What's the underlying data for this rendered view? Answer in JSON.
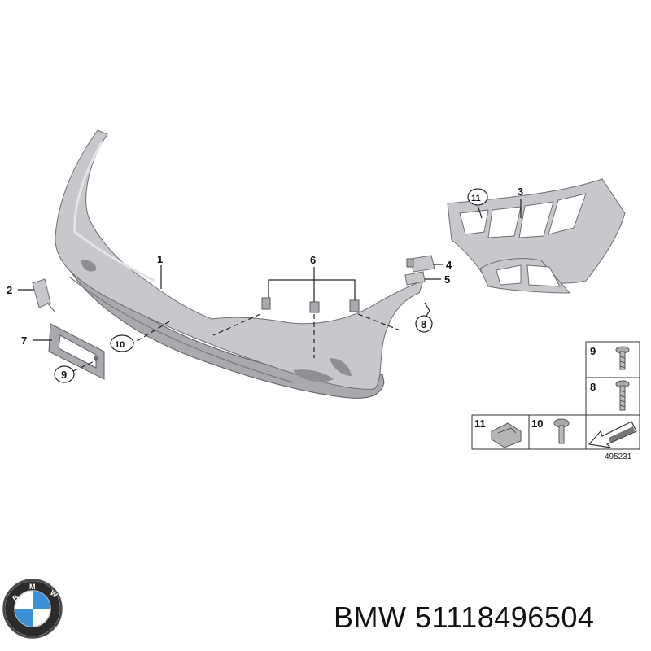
{
  "callouts": {
    "c1": "1",
    "c2": "2",
    "c3": "3",
    "c4": "4",
    "c5": "5",
    "c6": "6",
    "c7": "7",
    "c8": "8",
    "c9": "9",
    "c10": "10",
    "c11": "11"
  },
  "legend": {
    "screw_small": "9",
    "screw_long": "8",
    "clip_nut": "11",
    "screw_torx": "10",
    "diagram_number": "495231"
  },
  "logo": {
    "letters": "BMW"
  },
  "brand": {
    "make": "BMW",
    "part_number": "51118496504"
  },
  "colors": {
    "part_fill": "#c8c8cc",
    "part_stroke": "#6e6e74",
    "logo_blue": "#3a8fd6",
    "logo_ring": "#2b2b2b"
  }
}
